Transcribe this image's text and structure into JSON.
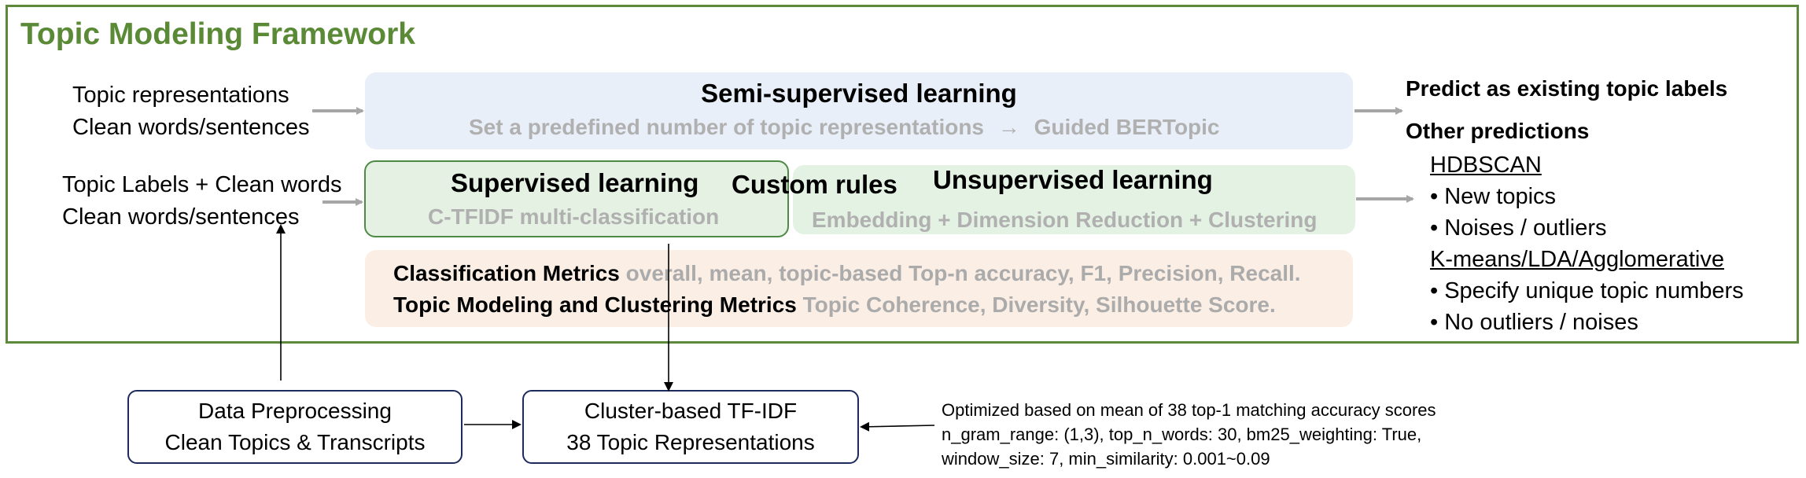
{
  "framework_title": "Topic Modeling Framework",
  "inputs": {
    "semi": [
      "Topic representations",
      "Clean words/sentences"
    ],
    "sup": [
      "Topic Labels + Clean words",
      "Clean words/sentences"
    ]
  },
  "semi_supervised": {
    "title": "Semi-supervised learning",
    "subtitle_left": "Set a predefined number of topic representations",
    "arrow": "→",
    "subtitle_right": "Guided BERTopic"
  },
  "supervised": {
    "title": "Supervised learning",
    "subtitle": "C-TFIDF multi-classification"
  },
  "custom_rules": "Custom rules",
  "unsupervised": {
    "title": "Unsupervised learning",
    "subtitle": "Embedding + Dimension Reduction  + Clustering"
  },
  "metrics": {
    "classification_label": "Classification Metrics",
    "classification_values": "overall, mean, topic-based Top-n accuracy, F1, Precision, Recall.",
    "topic_label": "Topic Modeling and Clustering Metrics",
    "topic_values": "Topic Coherence, Diversity, Silhouette Score."
  },
  "outputs": {
    "predict_existing": "Predict as existing topic labels",
    "other_predictions": "Other predictions",
    "hdbscan": "HDBSCAN",
    "hdbscan_items": [
      "• New topics",
      "• Noises / outliers"
    ],
    "kmeans": "K-means/LDA/Agglomerative",
    "kmeans_items": [
      "• Specify unique topic numbers",
      "• No outliers / noises"
    ]
  },
  "preprocessing": [
    "Data Preprocessing",
    "Clean Topics & Transcripts"
  ],
  "ctfidf": [
    "Cluster-based TF-IDF",
    "38 Topic Representations"
  ],
  "optimization": [
    "Optimized based on mean of 38 top-1 matching accuracy scores",
    "n_gram_range: (1,3), top_n_words: 30, bm25_weighting: True,",
    "window_size: 7, min_similarity: 0.001~0.09"
  ],
  "colors": {
    "frame": "#5d8a3a",
    "title": "#5a8a36",
    "semi_fill": "#e9eff8",
    "supervised_fill": "#e5f1e3",
    "unsupervised_fill": "#e4f2e4",
    "metrics_fill": "#fbeee5",
    "muted_text": "#b0b0b0",
    "gray_arrow": "#a6a6a6",
    "bottom_border": "#1d2a5c"
  }
}
